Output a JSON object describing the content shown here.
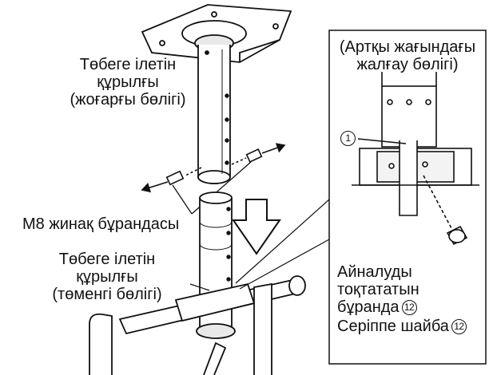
{
  "labels": {
    "upper_part": [
      "Төбеге ілетін",
      "құрылғы",
      "(жоғарғы бөлігі)"
    ],
    "bolt_label": "M8 жинақ бұрандасы",
    "lower_part": [
      "Төбеге ілетін",
      "құрылғы",
      "(төменгі бөлігі)"
    ],
    "detail_title": [
      "(Артқы жағындағы",
      "жалғау бөлігі)"
    ],
    "part_number": "1",
    "screw_label": [
      "Айналуды",
      "тоқтататын",
      "бұранда"
    ],
    "washer_label": "Серіппе шайба",
    "ref_number": "12"
  },
  "colors": {
    "line": "#111111",
    "fill": "#ffffff",
    "shade": "#cfcfcf"
  }
}
